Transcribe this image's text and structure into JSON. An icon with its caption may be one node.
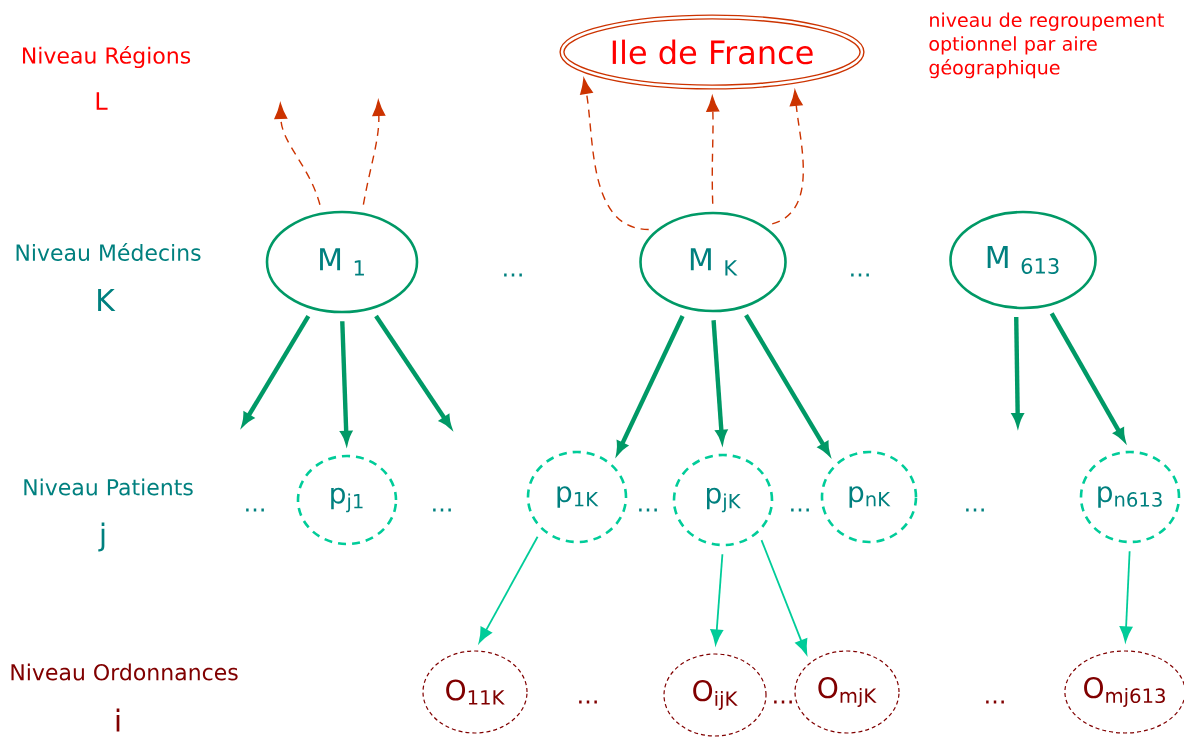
{
  "diagram": {
    "nodes": [
      {
        "text": [
          "Ile de France"
        ]
      },
      {
        "text": [
          "M $_{1}$"
        ]
      },
      {
        "text": [
          "M $_{K}$"
        ]
      },
      {
        "text": [
          "M $_{613}$"
        ]
      },
      {
        "text": [
          "p$_{j1}$"
        ]
      },
      {
        "text": [
          "p$_{1K}$"
        ]
      },
      {
        "text": [
          "p$_{jK}$"
        ]
      },
      {
        "text": [
          "p$_{nK}$"
        ]
      },
      {
        "text": [
          "p$_{n613}$"
        ]
      },
      {
        "text": [
          "O$_{11K}$"
        ]
      },
      {
        "text": [
          "O$_{ijK}$"
        ]
      },
      {
        "text": [
          "O$_{mjK}$"
        ]
      },
      {
        "text": [
          "O$_{mj613}$"
        ]
      }
    ],
    "edges": [
      {
        "from": 1,
        "to": null,
        "arrow": "to",
        "style": "dashed",
        "color": "#cc3300"
      },
      {
        "from": 1,
        "to": null,
        "arrow": "to",
        "style": "dashed",
        "color": "#cc3300"
      },
      {
        "from": 2,
        "to": 0,
        "arrow": "to",
        "style": "dashed",
        "color": "#cc3300"
      },
      {
        "from": 2,
        "to": 0,
        "arrow": "to",
        "style": "dashed",
        "color": "#cc3300"
      },
      {
        "from": 2,
        "to": 0,
        "arrow": "to",
        "style": "dashed",
        "color": "#cc3300"
      },
      {
        "from": 1,
        "to": null,
        "arrow": "to",
        "style": "thick"
      },
      {
        "from": 1,
        "to": 4,
        "arrow": "to",
        "style": "thick"
      },
      {
        "from": 1,
        "to": null,
        "arrow": "to",
        "style": "thick"
      },
      {
        "from": 2,
        "to": 5,
        "arrow": "to",
        "style": "thick"
      },
      {
        "from": 2,
        "to": 6,
        "arrow": "to",
        "style": "thick"
      },
      {
        "from": 2,
        "to": 7,
        "arrow": "to",
        "style": "thick"
      },
      {
        "from": 3,
        "to": null,
        "arrow": "to",
        "style": "thick"
      },
      {
        "from": 3,
        "to": 8,
        "arrow": "to",
        "style": "thick"
      },
      {
        "from": 5,
        "to": 9,
        "arrow": "to",
        "color": "#00cc99"
      },
      {
        "from": 6,
        "to": 10,
        "arrow": "to",
        "color": "#00cc99"
      },
      {
        "from": 6,
        "to": 11,
        "arrow": "to",
        "color": "#00cc99"
      },
      {
        "from": 8,
        "to": 12,
        "arrow": "to",
        "color": "#00cc99"
      }
    ],
    "labels": [
      "Niveau Régions",
      "L",
      "niveau de regroupement optionnel par aire géographique",
      "Niveau Médecins",
      "K",
      "...",
      "...",
      "Niveau Patients",
      "j",
      "...",
      "...",
      "...",
      "...",
      "...",
      "Niveau Ordonnances",
      "i",
      "...",
      "...",
      "..."
    ]
  }
}
